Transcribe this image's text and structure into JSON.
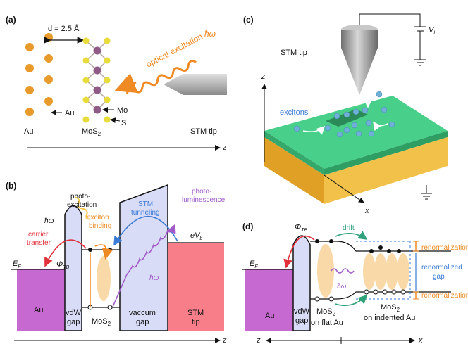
{
  "panels": {
    "a": {
      "label": "(a)",
      "distance": "d = 2.5 Å",
      "optical": "optical excitation",
      "hw": "ħω",
      "au_arrow": "Au",
      "mo_arrow": "Mo",
      "s_arrow": "S",
      "bottom_au": "Au",
      "bottom_mos2": "MoS",
      "bottom_mos2_sub": "2",
      "bottom_tip": "STM tip",
      "axis": "z"
    },
    "b": {
      "label": "(b)",
      "photoexcitation_1": "photo-",
      "photoexcitation_2": "excitation",
      "hw_left": "ħω",
      "carrier_1": "carrier",
      "carrier_2": "transfer",
      "exciton_1": "exciton",
      "exciton_2": "binding",
      "stm_1": "STM",
      "stm_2": "tunneling",
      "photolum_1": "photo-",
      "photolum_2": "luminescence",
      "hw_mid": "ħω",
      "ef": "E",
      "ef_sub": "F",
      "phi": "Φ",
      "phi_sub": "TB",
      "evb": "eV",
      "evb_sub": "b",
      "au": "Au",
      "vdw_1": "vdW",
      "vdw_2": "gap",
      "mos2": "MoS",
      "mos2_sub": "2",
      "vac_1": "vaccum",
      "vac_2": "gap",
      "stm_tip_1": "STM",
      "stm_tip_2": "tip",
      "axis": "z"
    },
    "c": {
      "label": "(c)",
      "vb": "V",
      "vb_sub": "b",
      "stm_tip": "STM tip",
      "excitons": "excitons",
      "axis_z": "z",
      "axis_x": "x"
    },
    "d": {
      "label": "(d)",
      "phi": "Φ",
      "phi_sub": "TB",
      "drift": "drift",
      "renorm_top": "renormalization",
      "renorm_gap_1": "renormalized",
      "renorm_gap_2": "gap",
      "renorm_bottom": "renormalization",
      "ef": "E",
      "ef_sub": "F",
      "hw": "ħω",
      "au": "Au",
      "vdw_1": "vdW",
      "vdw_2": "gap",
      "flat_1": "MoS",
      "flat_1_sub": "2",
      "flat_2": "on flat Au",
      "ind_1": "MoS",
      "ind_1_sub": "2",
      "ind_2": "on indented Au",
      "axis_z": "z",
      "axis_x": "x"
    }
  },
  "colors": {
    "gold": "#e89a2a",
    "mo": "#8e5a86",
    "s": "#e8dc3a",
    "green_top": "#48d08a",
    "gold_side": "#e8b43a",
    "au_band": "#c66ad1",
    "vdw_band": "#d9dcf7",
    "tip_band": "#f87f8a",
    "exciton_oval": "#fad9a8"
  }
}
